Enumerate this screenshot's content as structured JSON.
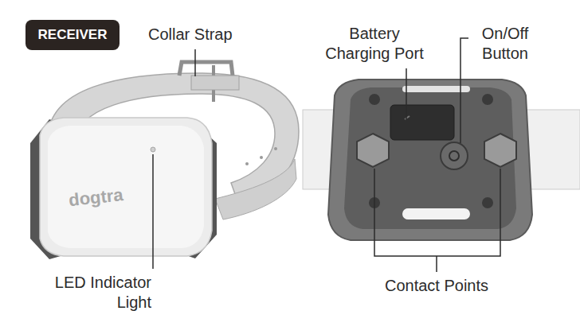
{
  "diagram": {
    "nodes": [
      {
        "text": [
          "RECEIVER"
        ]
      }
    ],
    "labels": [
      "Collar Strap",
      "Battery Charging Port",
      "On/Off Button",
      "LED Indicator Light",
      "Contact Points",
      "dogtra"
    ]
  }
}
